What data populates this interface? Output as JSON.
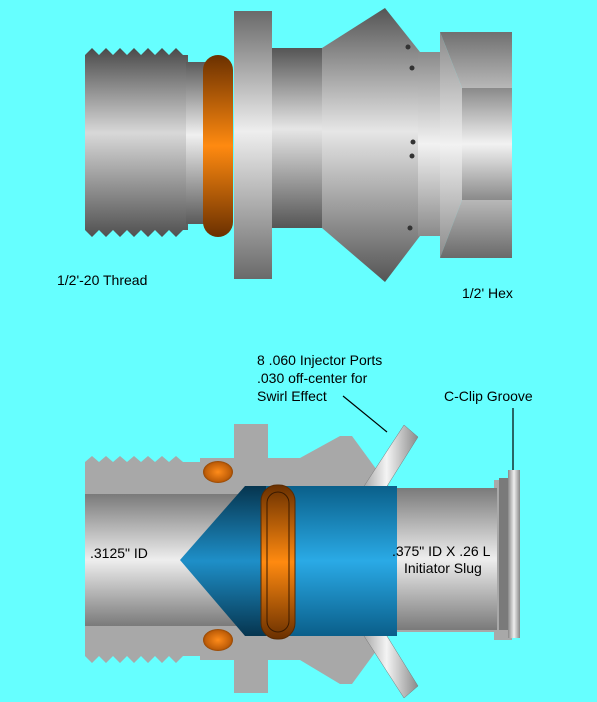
{
  "diagram": {
    "background": "#66FFFF",
    "top_view": {
      "labels": {
        "thread": "1/2'-20 Thread",
        "hex": "1/2' Hex"
      }
    },
    "section_view": {
      "labels": {
        "ports_line1": "8  .060 Injector Ports",
        "ports_line2": ".030 off-center for",
        "ports_line3": "Swirl Effect",
        "cclip": "C-Clip Groove",
        "bore_id": ".3125\" ID",
        "slug_line1": ".375\" ID X .26 L",
        "slug_line2": "Initiator Slug"
      }
    },
    "colors": {
      "metal": "#A8A8A8",
      "oring": "#E07A10",
      "slug": "#1E9AD6",
      "leader": "#000000"
    }
  }
}
